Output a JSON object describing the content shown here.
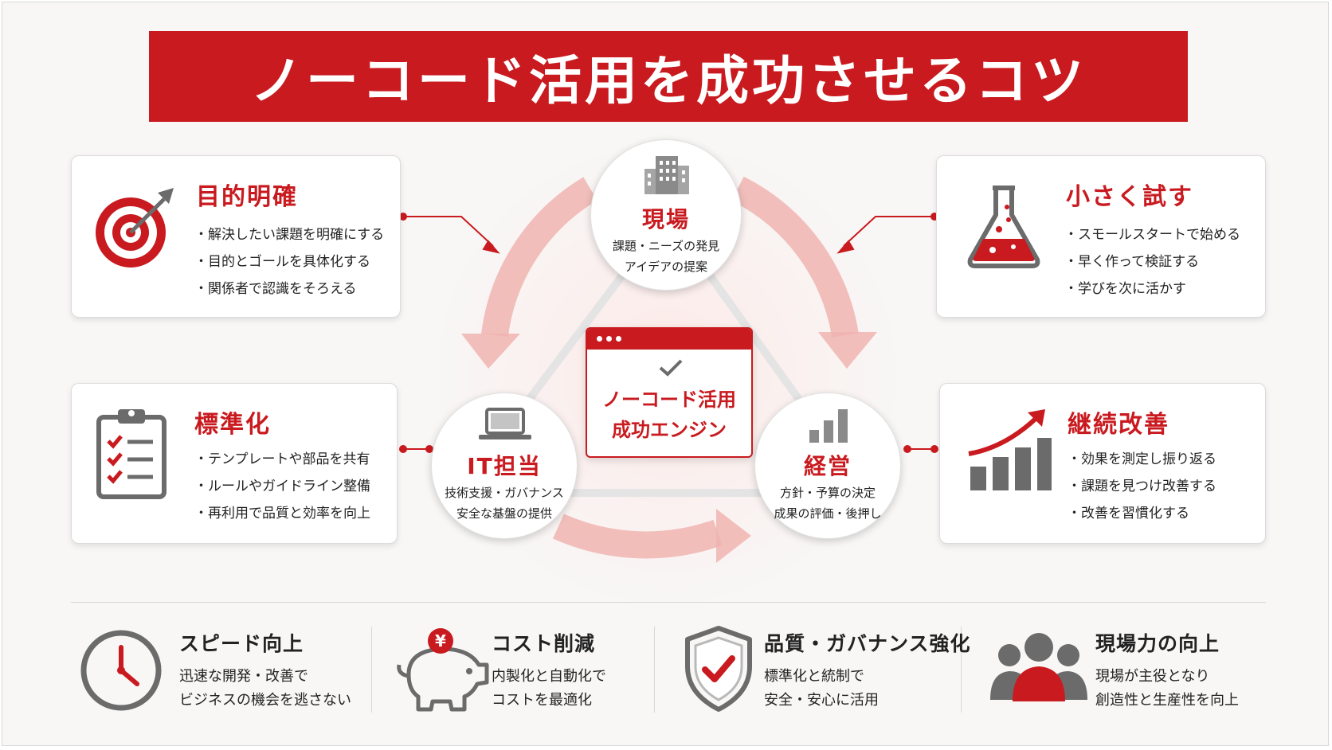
{
  "title": "ノーコード活用を成功させるコツ",
  "colors": {
    "accent": "#c91a1f",
    "gray": "#6b6b6b",
    "arrow": "#f0b4b0"
  },
  "cards": {
    "purpose": {
      "title": "目的明確",
      "icon": "target-icon",
      "items": [
        "・解決したい課題を明確にする",
        "・目的とゴールを具体化する",
        "・関係者で認識をそろえる"
      ]
    },
    "small": {
      "title": "小さく試す",
      "icon": "flask-icon",
      "items": [
        "・スモールスタートで始める",
        "・早く作って検証する",
        "・学びを次に活かす"
      ]
    },
    "standard": {
      "title": "標準化",
      "icon": "clipboard-checklist-icon",
      "items": [
        "・テンプレートや部品を共有",
        "・ルールやガイドライン整備",
        "・再利用で品質と効率を向上"
      ]
    },
    "improve": {
      "title": "継続改善",
      "icon": "growth-chart-icon",
      "items": [
        "・効果を測定し振り返る",
        "・課題を見つけ改善する",
        "・改善を習慣化する"
      ]
    }
  },
  "nodes": {
    "field": {
      "title": "現場",
      "icon": "building-icon",
      "lines": [
        "課題・ニーズの発見",
        "アイデアの提案"
      ]
    },
    "it": {
      "title": "IT担当",
      "icon": "laptop-icon",
      "lines": [
        "技術支援・ガバナンス",
        "安全な基盤の提供"
      ]
    },
    "management": {
      "title": "経営",
      "icon": "bar-chart-icon",
      "lines": [
        "方針・予算の決定",
        "成果の評価・後押し"
      ]
    }
  },
  "engine": {
    "icon": "check-icon",
    "lines": [
      "ノーコード活用",
      "成功エンジン"
    ]
  },
  "benefits": [
    {
      "title": "スピード向上",
      "icon": "clock-icon",
      "lines": [
        "迅速な開発・改善で",
        "ビジネスの機会を逃さない"
      ]
    },
    {
      "title": "コスト削減",
      "icon": "piggy-bank-icon",
      "coin": "¥",
      "lines": [
        "内製化と自動化で",
        "コストを最適化"
      ]
    },
    {
      "title": "品質・ガバナンス強化",
      "icon": "shield-check-icon",
      "lines": [
        "標準化と統制で",
        "安全・安心に活用"
      ]
    },
    {
      "title": "現場力の向上",
      "icon": "team-icon",
      "lines": [
        "現場が主役となり",
        "創造性と生産性を向上"
      ]
    }
  ]
}
